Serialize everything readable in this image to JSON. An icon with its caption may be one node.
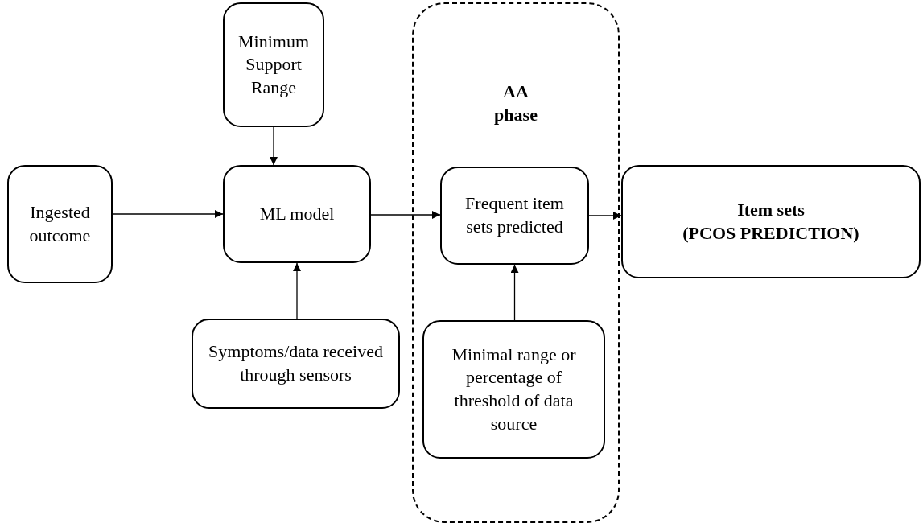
{
  "diagram": {
    "nodes": [
      {
        "text": [
          "AA phase"
        ]
      },
      {
        "text": [
          "Minimum Support Range"
        ]
      },
      {
        "text": [
          "Ingested outcome"
        ]
      },
      {
        "text": [
          "ML model"
        ]
      },
      {
        "text": [
          "Symptoms/data received through sensors"
        ]
      },
      {
        "text": [
          "Frequent item sets predicted"
        ],
        "in": 0
      },
      {
        "text": [
          "Minimal range or percentage of threshold of data source"
        ],
        "in": 0
      },
      {
        "text": [
          "Item sets",
          "(PCOS PREDICTION)"
        ]
      }
    ],
    "edges": [
      {
        "from": 1,
        "to": 3,
        "arrow": "to"
      },
      {
        "from": 2,
        "to": 3,
        "arrow": "to"
      },
      {
        "from": 4,
        "to": 3,
        "arrow": "to"
      },
      {
        "from": 3,
        "to": 5,
        "arrow": "to"
      },
      {
        "from": 6,
        "to": 5,
        "arrow": "to"
      },
      {
        "from": 5,
        "to": 7,
        "arrow": "to"
      }
    ]
  }
}
